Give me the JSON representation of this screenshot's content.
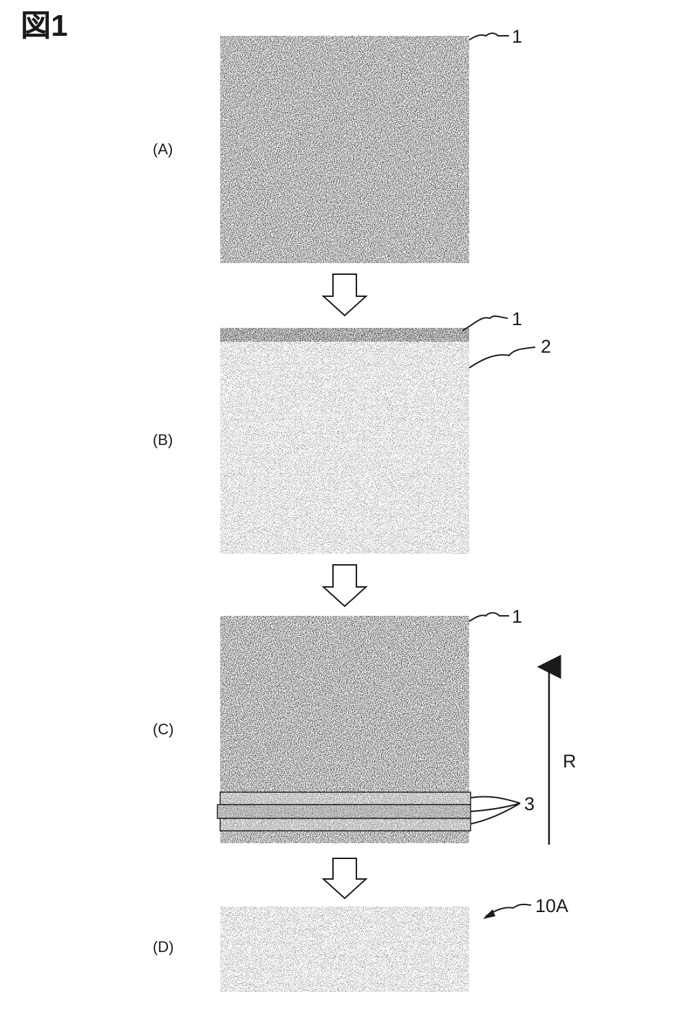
{
  "figure_title": "図1",
  "panels": [
    {
      "label": "(A)"
    },
    {
      "label": "(B)"
    },
    {
      "label": "(C)"
    },
    {
      "label": "(D)"
    }
  ],
  "refs": {
    "a_1": "1",
    "b_1": "1",
    "b_2": "2",
    "c_1": "1",
    "c_3": "3",
    "d_10a": "10A"
  },
  "direction_label": "R",
  "colors": {
    "ink": "#1a1a1a",
    "paper": "#ffffff"
  }
}
